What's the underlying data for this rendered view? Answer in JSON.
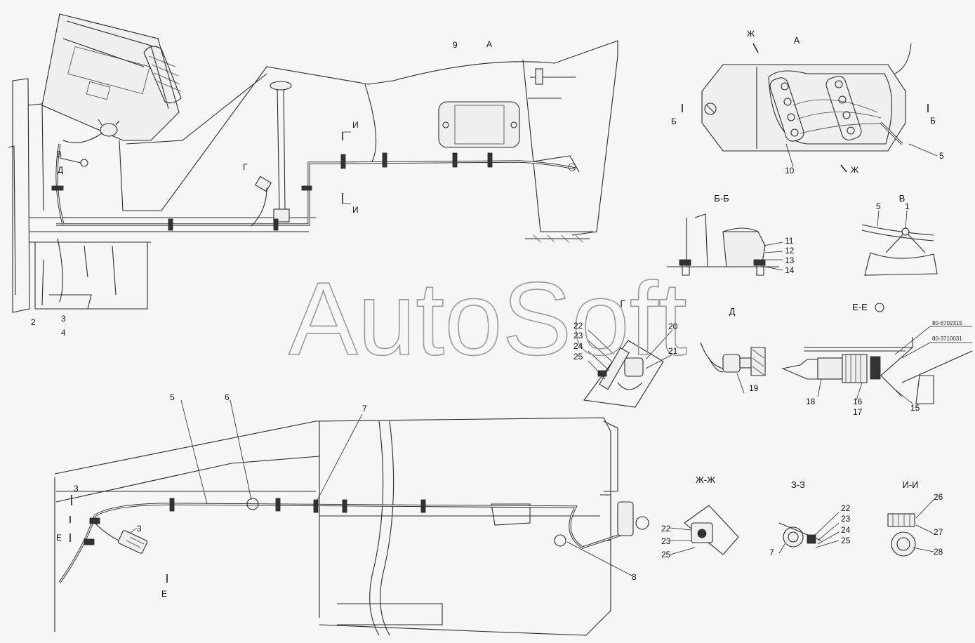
{
  "watermark": "AutoSoft",
  "view_titles": {
    "A": "А",
    "BB": "Б-Б",
    "V": "В",
    "G": "Г",
    "D": "Д",
    "EE": "Е-Е",
    "ZhZh": "Ж-Ж",
    "ZZ": "З-З",
    "II": "И-И"
  },
  "section_marks": {
    "B": "Б",
    "V": "В",
    "G": "Г",
    "D": "Д",
    "E": "Е",
    "Zh": "Ж",
    "Z": "З",
    "I": "И",
    "A": "А"
  },
  "part_codes": {
    "code1": "80-6702315",
    "code2": "80-3710031"
  },
  "callouts": {
    "n1": "1",
    "n2": "2",
    "n3": "3",
    "n4": "4",
    "n5": "5",
    "n6": "6",
    "n7": "7",
    "n8": "8",
    "n9": "9",
    "n10": "10",
    "n11": "11",
    "n12": "12",
    "n13": "13",
    "n14": "14",
    "n15": "15",
    "n16": "16",
    "n17": "17",
    "n18": "18",
    "n19": "19",
    "n20": "20",
    "n21": "21",
    "n22": "22",
    "n23": "23",
    "n24": "24",
    "n25": "25",
    "n26": "26",
    "n27": "27",
    "n28": "28"
  }
}
